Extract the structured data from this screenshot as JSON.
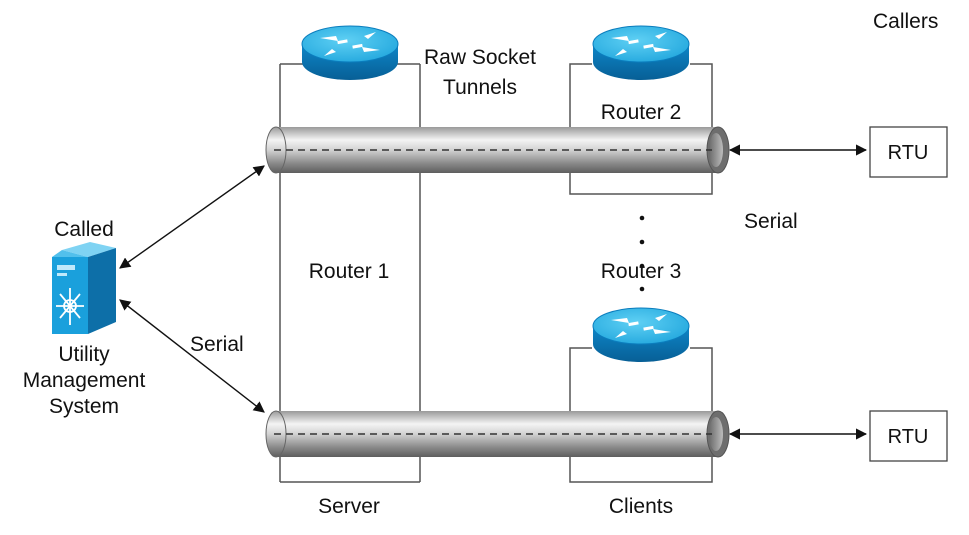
{
  "labels": {
    "callers": "Callers",
    "raw_socket_line1": "Raw Socket",
    "raw_socket_line2": "Tunnels",
    "router2": "Router 2",
    "router1": "Router 1",
    "router3": "Router 3",
    "serial_right": "Serial",
    "serial_left": "Serial",
    "called": "Called",
    "ums_line1": "Utility",
    "ums_line2": "Management",
    "ums_line3": "System",
    "server": "Server",
    "clients": "Clients"
  },
  "rtus": [
    {
      "label": "RTU"
    },
    {
      "label": "RTU"
    }
  ],
  "icons": {
    "router": "router-icon",
    "server": "server-icon"
  },
  "colors": {
    "router_top": "#3ec3ee",
    "router_side": "#0a78b8",
    "server_face": "#1aa0dc",
    "tunnel_light": "#f2f2f2",
    "tunnel_dark": "#8a8a8a",
    "line": "#555555"
  }
}
